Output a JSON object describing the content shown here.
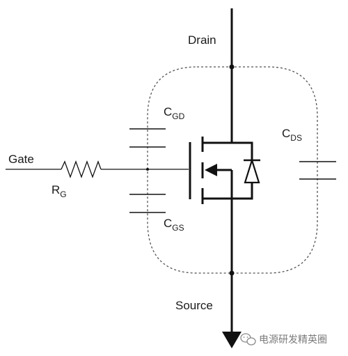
{
  "labels": {
    "drain": "Drain",
    "gate": "Gate",
    "source": "Source",
    "rg_main": "R",
    "rg_sub": "G",
    "cgd_main": "C",
    "cgd_sub": "GD",
    "cgs_main": "C",
    "cgs_sub": "GS",
    "cds_main": "C",
    "cds_sub": "DS"
  },
  "watermark": {
    "text": "电源研发精英圈",
    "icon": "wechat-icon"
  },
  "colors": {
    "line": "#111111",
    "dashed": "#555555",
    "watermark": "#7a7a7a"
  }
}
